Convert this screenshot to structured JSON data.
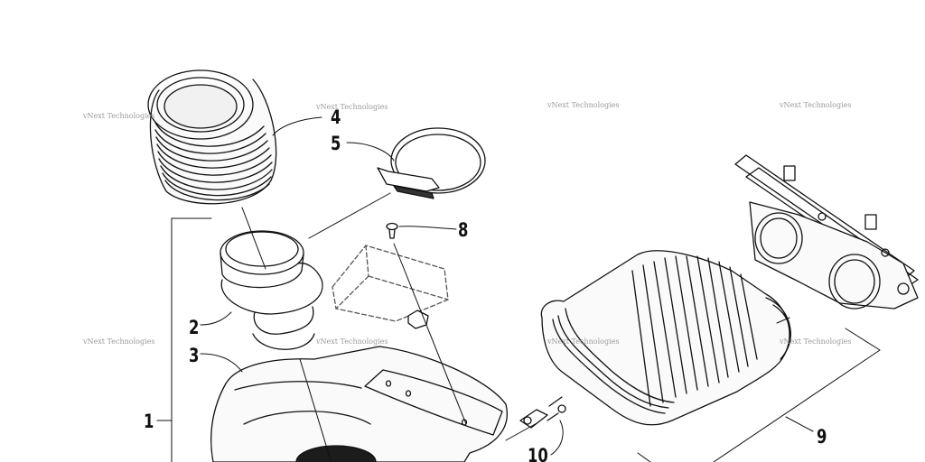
{
  "callouts": {
    "c1": "1",
    "c2": "2",
    "c3": "3",
    "c4": "4",
    "c5": "5",
    "c8": "8",
    "c9": "9",
    "c10": "10"
  },
  "watermark": {
    "text": "vNext Technologies"
  },
  "colors": {
    "line": "#111111",
    "phantom": "#555555",
    "watermark": "#9a9a9a"
  }
}
